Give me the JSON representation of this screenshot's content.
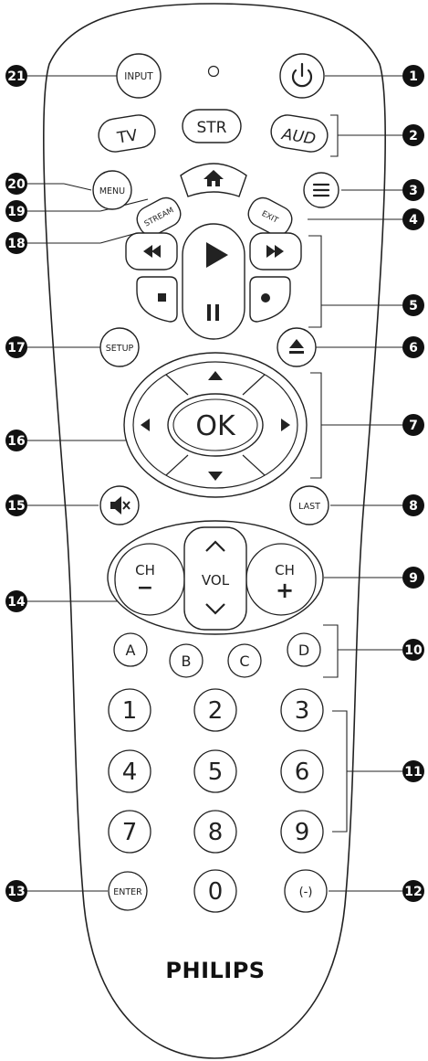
{
  "brand": "PHILIPS",
  "buttons": {
    "input": "INPUT",
    "tv": "TV",
    "str": "STR",
    "aud": "AUD",
    "menu": "MENU",
    "exit": "EXIT",
    "stream": "STREAM",
    "setup": "SETUP",
    "ok": "OK",
    "last": "LAST",
    "ch_minus_label": "CH",
    "ch_minus_sign": "−",
    "vol": "VOL",
    "ch_plus_label": "CH",
    "ch_plus_sign": "+",
    "a": "A",
    "b": "B",
    "c": "C",
    "d": "D",
    "n1": "1",
    "n2": "2",
    "n3": "3",
    "n4": "4",
    "n5": "5",
    "n6": "6",
    "n7": "7",
    "n8": "8",
    "n9": "9",
    "enter": "ENTER",
    "n0": "0",
    "dash": "(-)"
  },
  "callouts": {
    "c1": "1",
    "c2": "2",
    "c3": "3",
    "c4": "4",
    "c5": "5",
    "c6": "6",
    "c7": "7",
    "c8": "8",
    "c9": "9",
    "c10": "10",
    "c11": "11",
    "c12": "12",
    "c13": "13",
    "c14": "14",
    "c15": "15",
    "c16": "16",
    "c17": "17",
    "c18": "18",
    "c19": "19",
    "c20": "20",
    "c21": "21"
  },
  "icons": {
    "power": "power-icon",
    "home": "home-icon",
    "list": "menu-lines-icon",
    "rewind": "rewind-icon",
    "play": "play-icon",
    "fast_forward": "fast-forward-icon",
    "stop": "stop-icon",
    "pause": "pause-icon",
    "record": "record-icon",
    "eject": "eject-icon",
    "mute": "mute-icon",
    "indicator": "led-indicator"
  }
}
